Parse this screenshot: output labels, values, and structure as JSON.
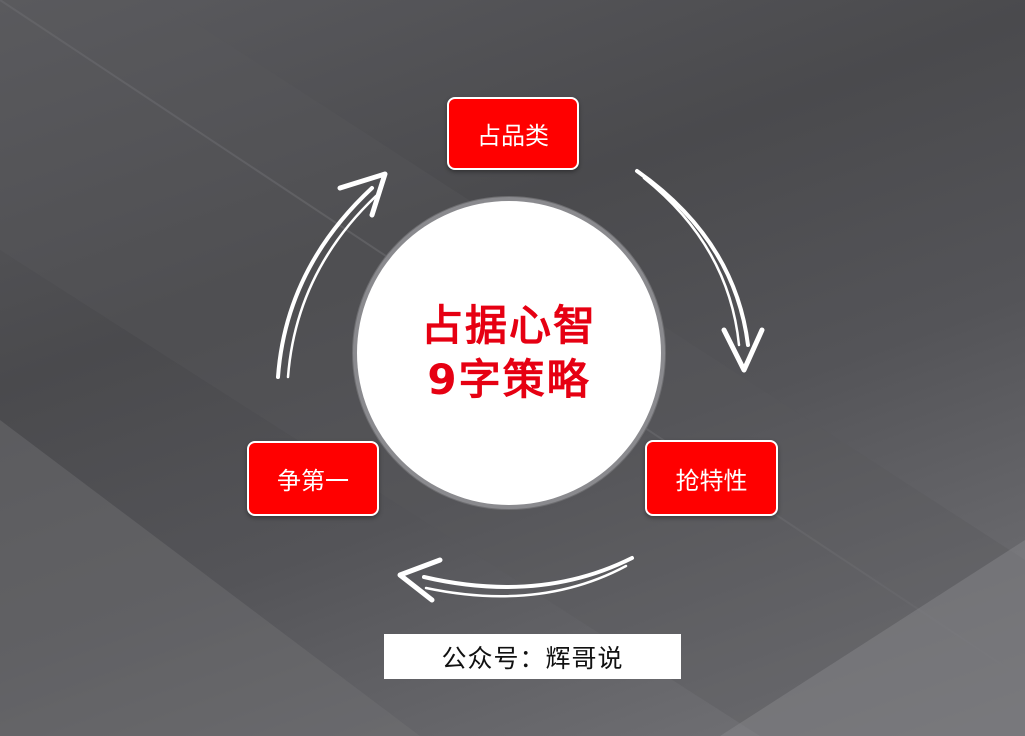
{
  "center": {
    "line1": "占据心智",
    "line2": "9字策略"
  },
  "nodes": {
    "top": "占品类",
    "right": "抢特性",
    "left": "争第一"
  },
  "footer": {
    "text": "公众号：辉哥说"
  },
  "colors": {
    "accent": "#ff0000",
    "center_text": "#e60012",
    "arrow": "#ffffff",
    "background": "#555558"
  }
}
